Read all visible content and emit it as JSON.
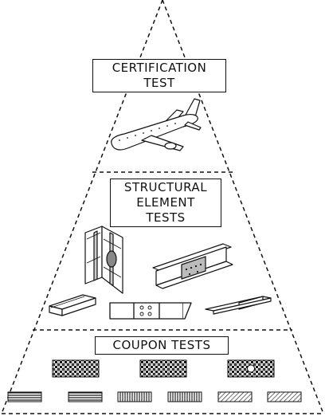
{
  "levels": [
    {
      "label_lines": [
        "CERTIFICATION",
        "TEST"
      ],
      "illustrations": [
        "aircraft"
      ]
    },
    {
      "label_lines": [
        "STRUCTURAL",
        "ELEMENT",
        "TESTS"
      ],
      "illustrations": [
        "stiffened-panel",
        "i-beam-with-splice",
        "channel-section",
        "lap-joint-specimen",
        "angle-section"
      ]
    },
    {
      "label_lines": [
        "COUPON TESTS"
      ],
      "illustrations": [
        "woven-coupon",
        "woven-coupon",
        "open-hole-coupon",
        "0-deg-coupon",
        "0-deg-coupon",
        "90-deg-coupon",
        "90-deg-coupon",
        "45-deg-coupon",
        "45-deg-coupon"
      ]
    }
  ]
}
